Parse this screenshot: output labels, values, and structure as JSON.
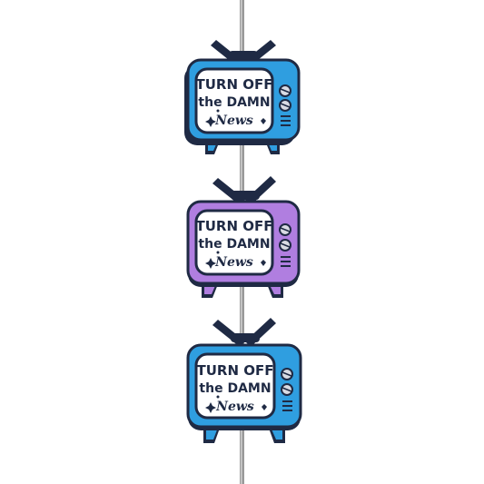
{
  "colors": {
    "background": "#ffffff",
    "rod": "#9a9a9a",
    "outline": "#1f2a44",
    "blue": "#2f9ee0",
    "purple": "#b07ee0",
    "screen": "#ffffff",
    "knob": "#d9dbe3"
  },
  "beads": [
    {
      "color_name": "blue",
      "line1": "TURN OFF",
      "line2": "the DAMN",
      "line3": "News"
    },
    {
      "color_name": "purple",
      "line1": "TURN OFF",
      "line2": "the DAMN",
      "line3": "News"
    },
    {
      "color_name": "blue",
      "line1": "TURN OFF",
      "line2": "the DAMN",
      "line3": "News"
    }
  ]
}
